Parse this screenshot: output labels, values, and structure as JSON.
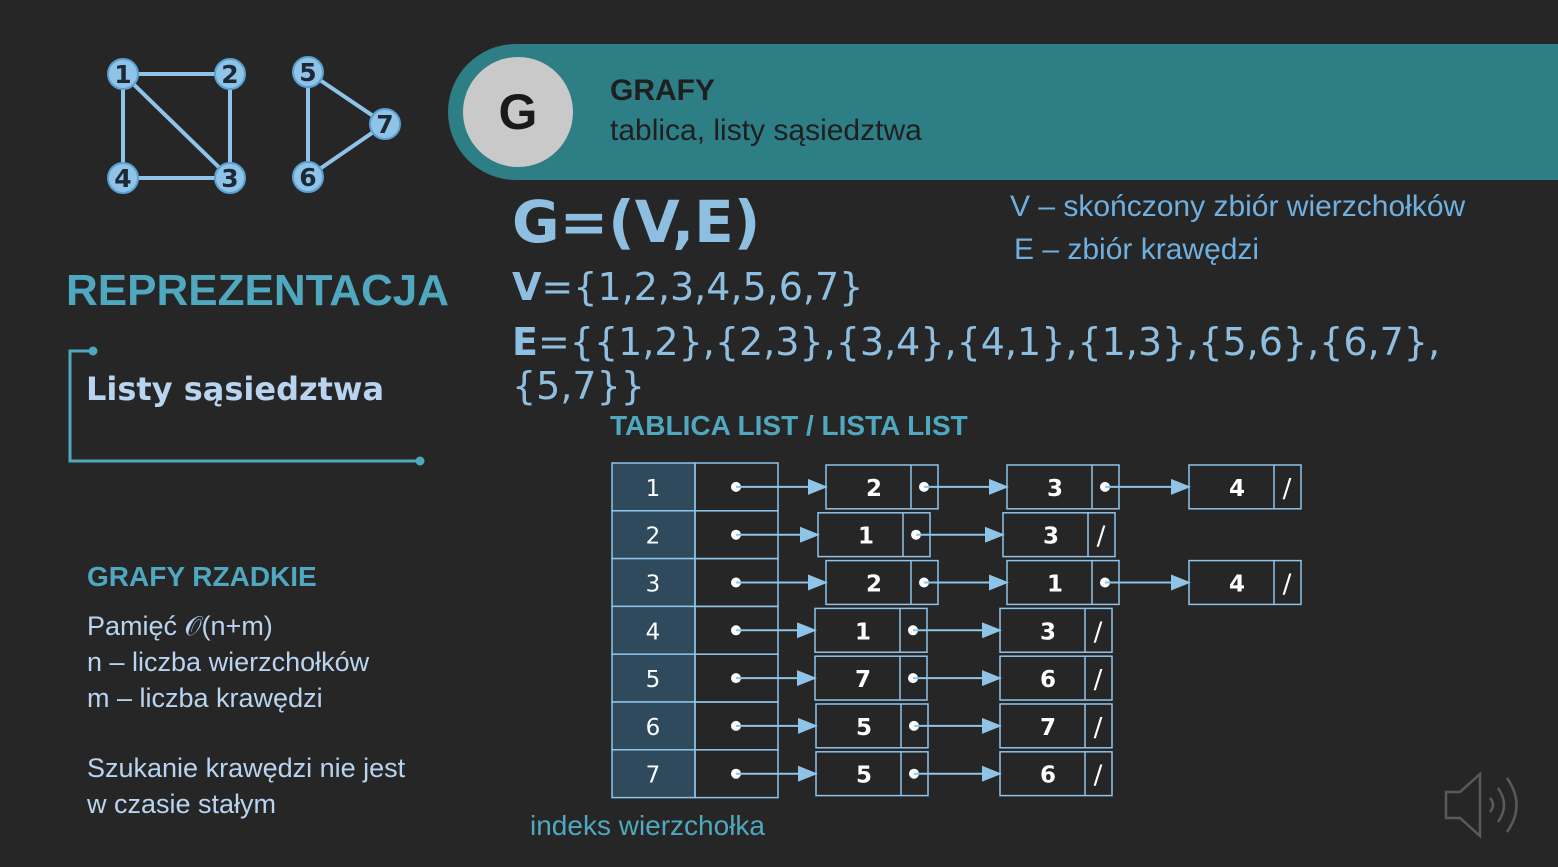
{
  "header": {
    "badge_letter": "G",
    "title": "GRAFY",
    "subtitle": "tablica, listy sąsiedztwa"
  },
  "graph_icon": {
    "nodes": [
      "1",
      "2",
      "3",
      "4",
      "5",
      "6",
      "7"
    ]
  },
  "definition": {
    "graph": "G=(V,E)",
    "v_symbol": "V",
    "v_value": "={1,2,3,4,5,6,7}",
    "e_symbol": "E",
    "e_value": "={{1,2},{2,3},{3,4},{4,1},{1,3},{5,6},{6,7},{5,7}}",
    "v_note": "V – skończony zbiór wierzchołków",
    "e_note": "E – zbiór krawędzi"
  },
  "sidebar": {
    "heading": "REPREZENTACJA",
    "box_label": "Listy sąsiedztwa"
  },
  "sparse": {
    "title": "GRAFY RZADKIE",
    "line1": "Pamięć 𝒪(n+m)",
    "line2": "n – liczba wierzchołków",
    "line3": "m – liczba krawędzi",
    "line4": "Szukanie krawędzi nie jest",
    "line5": "w czasie stałym"
  },
  "table": {
    "title": "TABLICA LIST / LISTA LIST",
    "index_label": "indeks wierzchołka",
    "null_marker": "/",
    "rows": [
      {
        "index": "1",
        "list": [
          "2",
          "3",
          "4"
        ]
      },
      {
        "index": "2",
        "list": [
          "1",
          "3"
        ]
      },
      {
        "index": "3",
        "list": [
          "2",
          "1",
          "4"
        ]
      },
      {
        "index": "4",
        "list": [
          "1",
          "3"
        ]
      },
      {
        "index": "5",
        "list": [
          "7",
          "6"
        ]
      },
      {
        "index": "6",
        "list": [
          "5",
          "7"
        ]
      },
      {
        "index": "7",
        "list": [
          "5",
          "6"
        ]
      }
    ]
  },
  "colors": {
    "background": "#262626",
    "banner": "#2e7e86",
    "accent": "#4fa8bf",
    "node_fill": "#8fc3e8",
    "table_index_fill": "#2f4a5c"
  },
  "icons": {
    "speaker": "speaker-icon"
  }
}
